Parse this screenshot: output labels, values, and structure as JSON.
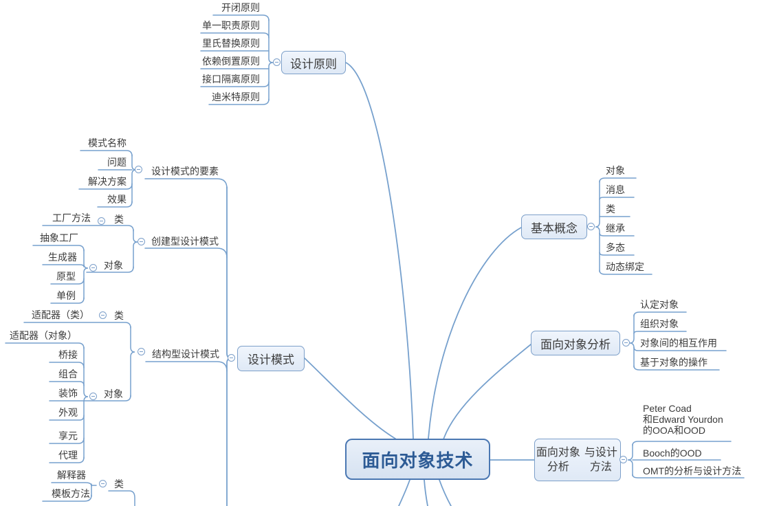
{
  "root": {
    "label": "面向对象技术"
  },
  "branches": {
    "principles": {
      "label": "设计原则",
      "children": [
        "开闭原则",
        "单一职责原则",
        "里氏替换原则",
        "依赖倒置原则",
        "接口隔离原则",
        "迪米特原则"
      ]
    },
    "patterns": {
      "label": "设计模式",
      "elements": {
        "label": "设计模式的要素",
        "children": [
          "模式名称",
          "问题",
          "解决方案",
          "效果"
        ]
      },
      "creational": {
        "label": "创建型设计模式",
        "class_group": {
          "label": "类",
          "children": [
            "工厂方法"
          ]
        },
        "object_group": {
          "label": "对象",
          "children": [
            "抽象工厂",
            "生成器",
            "原型",
            "单例"
          ]
        }
      },
      "structural": {
        "label": "结构型设计模式",
        "class_group": {
          "label": "类",
          "children": [
            "适配器（类）"
          ]
        },
        "object_group": {
          "label": "对象",
          "children": [
            "适配器（对象）",
            "桥接",
            "组合",
            "装饰",
            "外观",
            "享元",
            "代理"
          ]
        }
      },
      "behavioral": {
        "class_group": {
          "label": "类",
          "children": [
            "解释器",
            "模板方法"
          ]
        }
      }
    },
    "concepts": {
      "label": "基本概念",
      "children": [
        "对象",
        "消息",
        "类",
        "继承",
        "多态",
        "动态绑定"
      ]
    },
    "ooa": {
      "label": "面向对象分析",
      "children": [
        "认定对象",
        "组织对象",
        "对象间的相互作用",
        "基于对象的操作"
      ]
    },
    "ooad": {
      "label_line1": "面向对象分析",
      "label_line2": "与设计方法",
      "children": [
        "Peter Coad\n和Edward Yourdon\n的OOA和OOD",
        "Booch的OOD",
        "OMT的分析与设计方法"
      ]
    }
  },
  "colors": {
    "connector": "#76A0CD",
    "node_border": "#7C9FC9",
    "node_fill": "#E6EDF8",
    "root_border": "#4A77B2",
    "root_fill": "#DBE5F2",
    "root_text": "#2D5B95",
    "text": "#3B3B3B"
  }
}
